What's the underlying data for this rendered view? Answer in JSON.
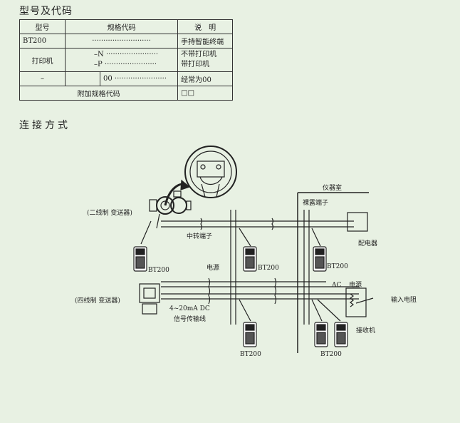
{
  "section1_title": "型号及代码",
  "section2_title": "连接方式",
  "table": {
    "headers": {
      "model": "型号",
      "code": "规格代码",
      "desc": "说　明"
    },
    "rows": [
      {
        "model": "BT200",
        "code": "··························",
        "desc": "手持智能终端"
      },
      {
        "model": "打印机",
        "suffix1": "–N",
        "dots1": "·······················",
        "desc1": "不带打印机",
        "suffix2": "–P",
        "dots2": "·······················",
        "desc2": "带打印机"
      },
      {
        "model": "–",
        "code": "00",
        "dots": "·······················",
        "desc": "经常为00"
      },
      {
        "model": "附加规格代码",
        "desc": "□□"
      }
    ]
  },
  "diagram": {
    "two_wire": "(二线制 变送器)",
    "four_wire": "(四线制 变送器)",
    "relay_terminal": "中转端子",
    "instrument_room": "仪器室",
    "bare_terminal": "裸露端子",
    "distributor": "配电器",
    "power1": "电源",
    "power2": "电源",
    "ac": "AC",
    "input_resistor": "输入电阻",
    "receiver": "接收机",
    "signal_line1": "4~20mA DC",
    "signal_line2": "信号传输线",
    "bt1": "BT200",
    "bt2": "BT200",
    "bt3": "BT200",
    "bt4": "BT200",
    "bt5": "BT200"
  }
}
